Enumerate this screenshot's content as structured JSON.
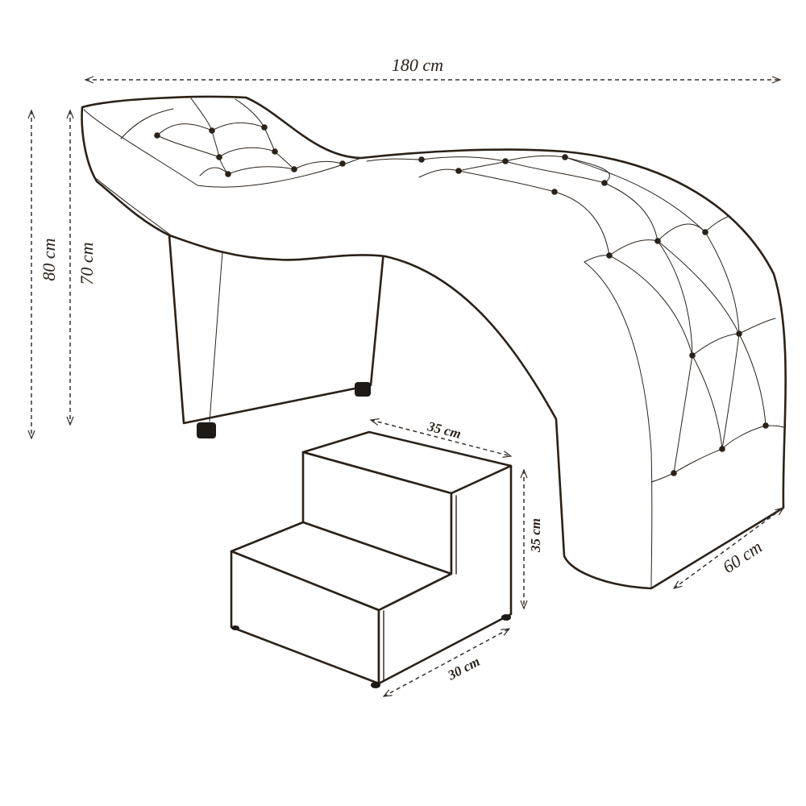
{
  "dimensions": {
    "total_length": "180 cm",
    "total_height": "80 cm",
    "seat_height": "70 cm",
    "width": "60 cm",
    "step_length": "35 cm",
    "step_height": "35 cm",
    "step_depth": "30 cm"
  },
  "colors": {
    "line": "#2b2118",
    "fill": "#ffffff"
  }
}
